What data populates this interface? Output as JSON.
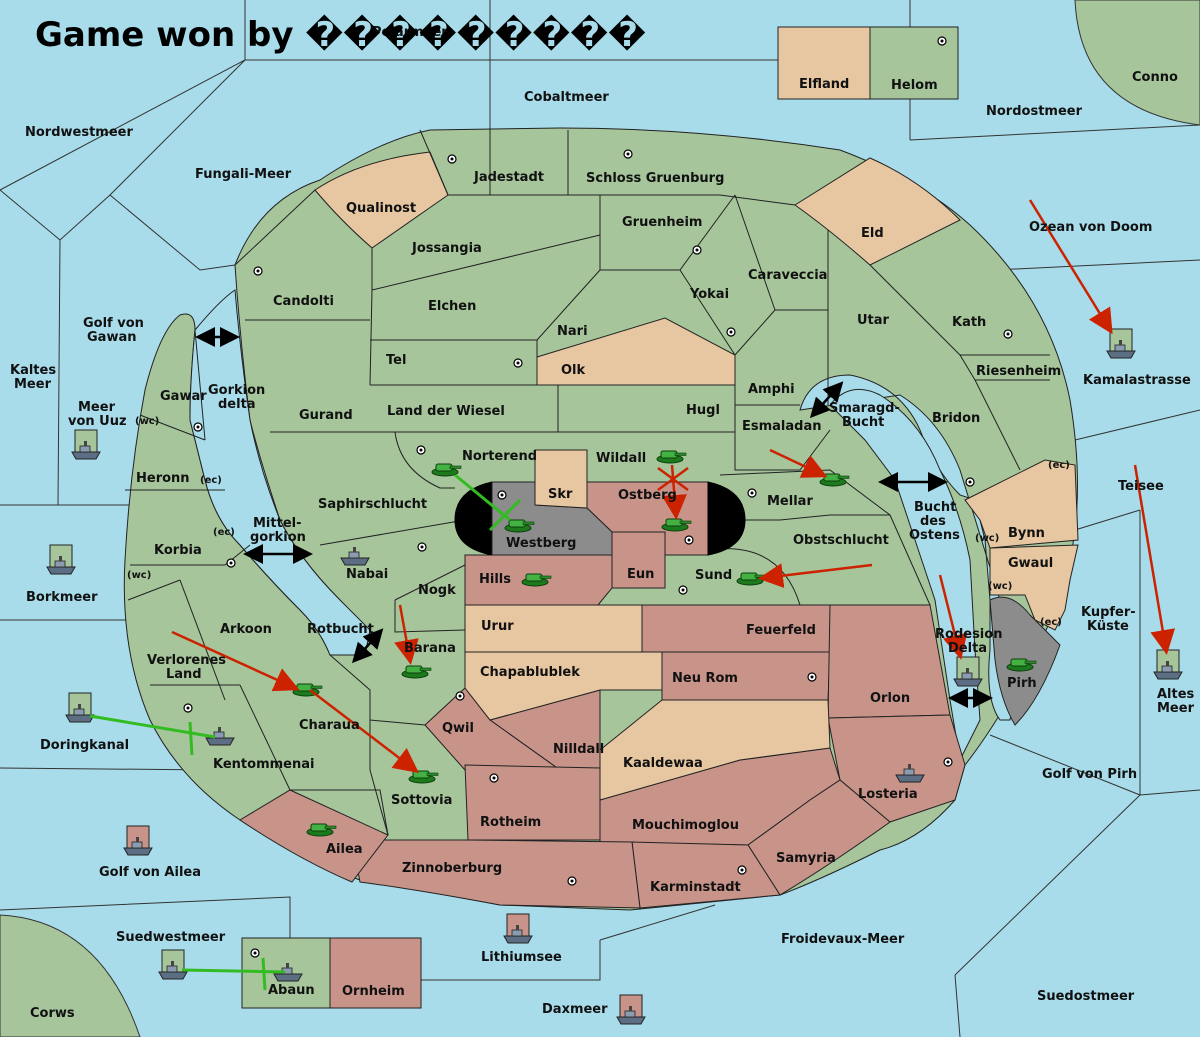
{
  "title": "Game won by ���������",
  "colors": {
    "sea": "#a8dcea",
    "green": "#a6c59b",
    "tan": "#e6c7a1",
    "red": "#c8948a",
    "grey": "#8c8c8c",
    "black": "#000000",
    "move_arrow": "#cc2200",
    "support_line": "#33bb22"
  },
  "seas": [
    {
      "id": "polarmeer",
      "label": "Polarmeer"
    },
    {
      "id": "cobaltmeer",
      "label": "Cobaltmeer"
    },
    {
      "id": "nordwestmeer",
      "label": "Nordwestmeer"
    },
    {
      "id": "nordostmeer",
      "label": "Nordostmeer"
    },
    {
      "id": "fungali-meer",
      "label": "Fungali-Meer"
    },
    {
      "id": "golf-von-gawan",
      "label": "Golf von\nGawan"
    },
    {
      "id": "kaltes-meer",
      "label": "Kaltes\nMeer"
    },
    {
      "id": "meer-von-uuz",
      "label": "Meer\nvon Uuz"
    },
    {
      "id": "gorkion-delta",
      "label": "Gorkion\ndelta"
    },
    {
      "id": "mittel-gorkion",
      "label": "Mittel-\ngorkion"
    },
    {
      "id": "borkmeer",
      "label": "Borkmeer"
    },
    {
      "id": "rotbucht",
      "label": "Rotbucht"
    },
    {
      "id": "doringkanal",
      "label": "Doringkanal"
    },
    {
      "id": "golf-von-ailea",
      "label": "Golf von Ailea"
    },
    {
      "id": "suedwestmeer",
      "label": "Suedwestmeer"
    },
    {
      "id": "corws",
      "label": "Corws"
    },
    {
      "id": "lithiumsee",
      "label": "Lithiumsee"
    },
    {
      "id": "daxmeer",
      "label": "Daxmeer"
    },
    {
      "id": "froidevaux-meer",
      "label": "Froidevaux-Meer"
    },
    {
      "id": "suedostmeer",
      "label": "Suedostmeer"
    },
    {
      "id": "golf-von-pirh",
      "label": "Golf von Pirh"
    },
    {
      "id": "kupfer-kueste",
      "label": "Kupfer-\nKüste"
    },
    {
      "id": "altes-meer",
      "label": "Altes\nMeer"
    },
    {
      "id": "teisee",
      "label": "Teisee"
    },
    {
      "id": "kamalastrasse",
      "label": "Kamalastrasse"
    },
    {
      "id": "ozean-von-doom",
      "label": "Ozean von Doom"
    },
    {
      "id": "conno",
      "label": "Conno"
    },
    {
      "id": "bucht-des-ostens",
      "label": "Bucht\ndes\nOstens"
    },
    {
      "id": "smaragd-bucht",
      "label": "Smaragd-\nBucht"
    },
    {
      "id": "rodesion-delta",
      "label": "Rodesion\nDelta"
    }
  ],
  "territories": [
    {
      "id": "elfland",
      "label": "Elfland"
    },
    {
      "id": "helom",
      "label": "Helom"
    },
    {
      "id": "jadestadt",
      "label": "Jadestadt"
    },
    {
      "id": "schloss-gruenburg",
      "label": "Schloss Gruenburg"
    },
    {
      "id": "qualinost",
      "label": "Qualinost"
    },
    {
      "id": "jossangia",
      "label": "Jossangia"
    },
    {
      "id": "gruenheim",
      "label": "Gruenheim"
    },
    {
      "id": "eld",
      "label": "Eld"
    },
    {
      "id": "candolti",
      "label": "Candolti"
    },
    {
      "id": "elchen",
      "label": "Elchen"
    },
    {
      "id": "caraveccia",
      "label": "Caraveccia"
    },
    {
      "id": "yokai",
      "label": "Yokai"
    },
    {
      "id": "utar",
      "label": "Utar"
    },
    {
      "id": "kath",
      "label": "Kath"
    },
    {
      "id": "nari",
      "label": "Nari"
    },
    {
      "id": "tel",
      "label": "Tel"
    },
    {
      "id": "olk",
      "label": "Olk"
    },
    {
      "id": "amphi",
      "label": "Amphi"
    },
    {
      "id": "riesenheim",
      "label": "Riesenheim"
    },
    {
      "id": "gawar",
      "label": "Gawar"
    },
    {
      "id": "gurand",
      "label": "Gurand"
    },
    {
      "id": "land-der-wiesel",
      "label": "Land der Wiesel"
    },
    {
      "id": "hugl",
      "label": "Hugl"
    },
    {
      "id": "esmaladan",
      "label": "Esmaladan"
    },
    {
      "id": "bridon",
      "label": "Bridon"
    },
    {
      "id": "heronn",
      "label": "Heronn"
    },
    {
      "id": "norterend",
      "label": "Norterend"
    },
    {
      "id": "wildall",
      "label": "Wildall"
    },
    {
      "id": "skr",
      "label": "Skr"
    },
    {
      "id": "ostberg",
      "label": "Ostberg"
    },
    {
      "id": "mellar",
      "label": "Mellar"
    },
    {
      "id": "saphirschlucht",
      "label": "Saphirschlucht"
    },
    {
      "id": "westberg",
      "label": "Westberg"
    },
    {
      "id": "bynn",
      "label": "Bynn"
    },
    {
      "id": "korbia",
      "label": "Korbia"
    },
    {
      "id": "obstschlucht",
      "label": "Obstschlucht"
    },
    {
      "id": "gwaul",
      "label": "Gwaul"
    },
    {
      "id": "nabai",
      "label": "Nabai"
    },
    {
      "id": "hills",
      "label": "Hills"
    },
    {
      "id": "eun",
      "label": "Eun"
    },
    {
      "id": "sund",
      "label": "Sund"
    },
    {
      "id": "nogk",
      "label": "Nogk"
    },
    {
      "id": "arkoon",
      "label": "Arkoon"
    },
    {
      "id": "urur",
      "label": "Urur"
    },
    {
      "id": "feuerfeld",
      "label": "Feuerfeld"
    },
    {
      "id": "barana",
      "label": "Barana"
    },
    {
      "id": "verlorenes-land",
      "label": "Verlorenes\nLand"
    },
    {
      "id": "chapablublek",
      "label": "Chapablublek"
    },
    {
      "id": "neu-rom",
      "label": "Neu Rom"
    },
    {
      "id": "orlon",
      "label": "Orlon"
    },
    {
      "id": "pirh",
      "label": "Pirh"
    },
    {
      "id": "charaua",
      "label": "Charaua"
    },
    {
      "id": "qwil",
      "label": "Qwil"
    },
    {
      "id": "nilldall",
      "label": "Nilldall"
    },
    {
      "id": "kaaldewaa",
      "label": "Kaaldewaa"
    },
    {
      "id": "kentommenai",
      "label": "Kentommenai"
    },
    {
      "id": "losteria",
      "label": "Losteria"
    },
    {
      "id": "sottovia",
      "label": "Sottovia"
    },
    {
      "id": "rotheim",
      "label": "Rotheim"
    },
    {
      "id": "mouchimoglou",
      "label": "Mouchimoglou"
    },
    {
      "id": "ailea",
      "label": "Ailea"
    },
    {
      "id": "samyria",
      "label": "Samyria"
    },
    {
      "id": "zinnoberburg",
      "label": "Zinnoberburg"
    },
    {
      "id": "karminstadt",
      "label": "Karminstadt"
    },
    {
      "id": "abaun",
      "label": "Abaun"
    },
    {
      "id": "ornheim",
      "label": "Ornheim"
    }
  ],
  "coast_tags": {
    "wc": "(wc)",
    "ec": "(ec)"
  }
}
